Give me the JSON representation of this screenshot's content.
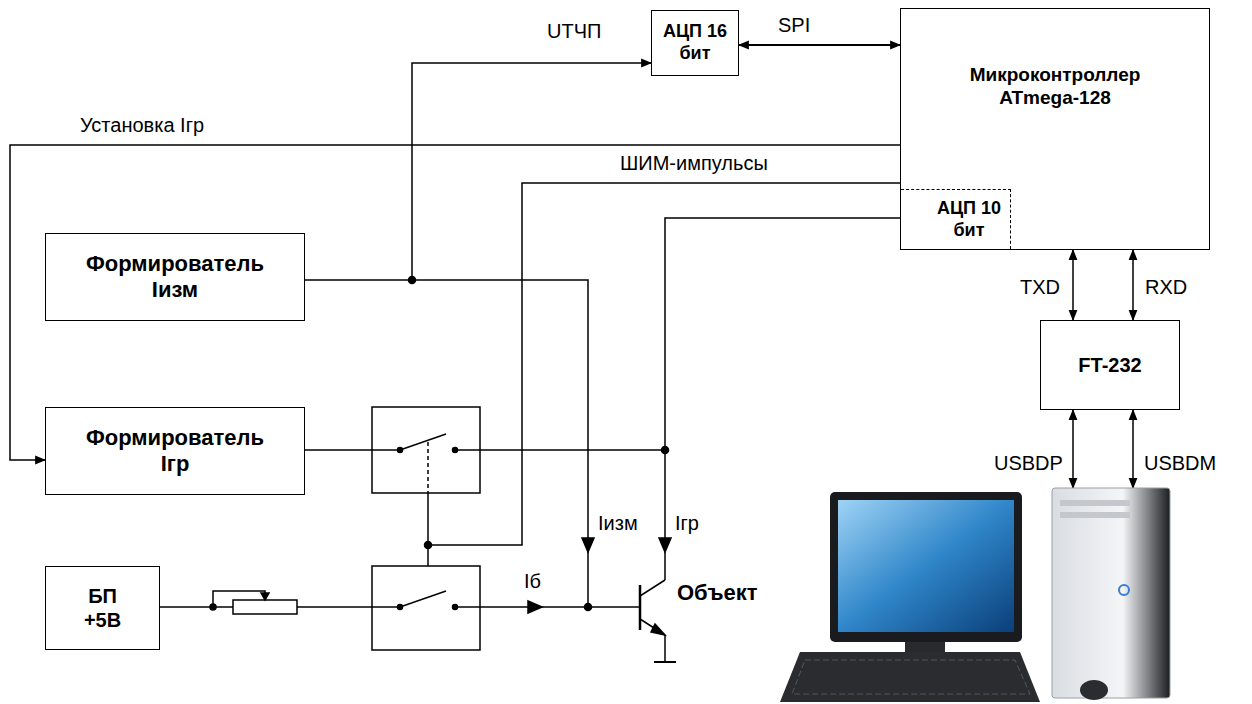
{
  "diagram": {
    "nodes": [
      {
        "text": [
          "АЦП 16 бит"
        ]
      },
      {
        "text": [
          "Микроконтроллер ATmega-128"
        ]
      },
      {
        "text": [
          "АЦП 10 бит"
        ],
        "in": 1
      },
      {
        "text": [
          "Формирователь Iизм"
        ]
      },
      {
        "text": [
          "FT-232"
        ]
      },
      {
        "text": [
          "Формирователь Iгр"
        ]
      },
      {
        "text": [
          "БП +5В"
        ]
      }
    ],
    "edges": [
      {
        "from": 3,
        "to": 0,
        "arrow": "to",
        "label": "UТЧП"
      },
      {
        "from": 0,
        "to": 1,
        "arrow": "both",
        "label": "SPI"
      },
      {
        "from": 1,
        "to": 5,
        "arrow": "to",
        "label": "Установка Iгр"
      },
      {
        "from": 1,
        "to": 4,
        "arrow": "both",
        "label": "TXD"
      },
      {
        "from": 1,
        "to": 4,
        "arrow": "both",
        "label": "RXD"
      }
    ],
    "labels": [
      "ШИМ-импульсы",
      "Iизм",
      "Iгр",
      "Iб",
      "Объект",
      "USBDP",
      "USBDM"
    ]
  }
}
